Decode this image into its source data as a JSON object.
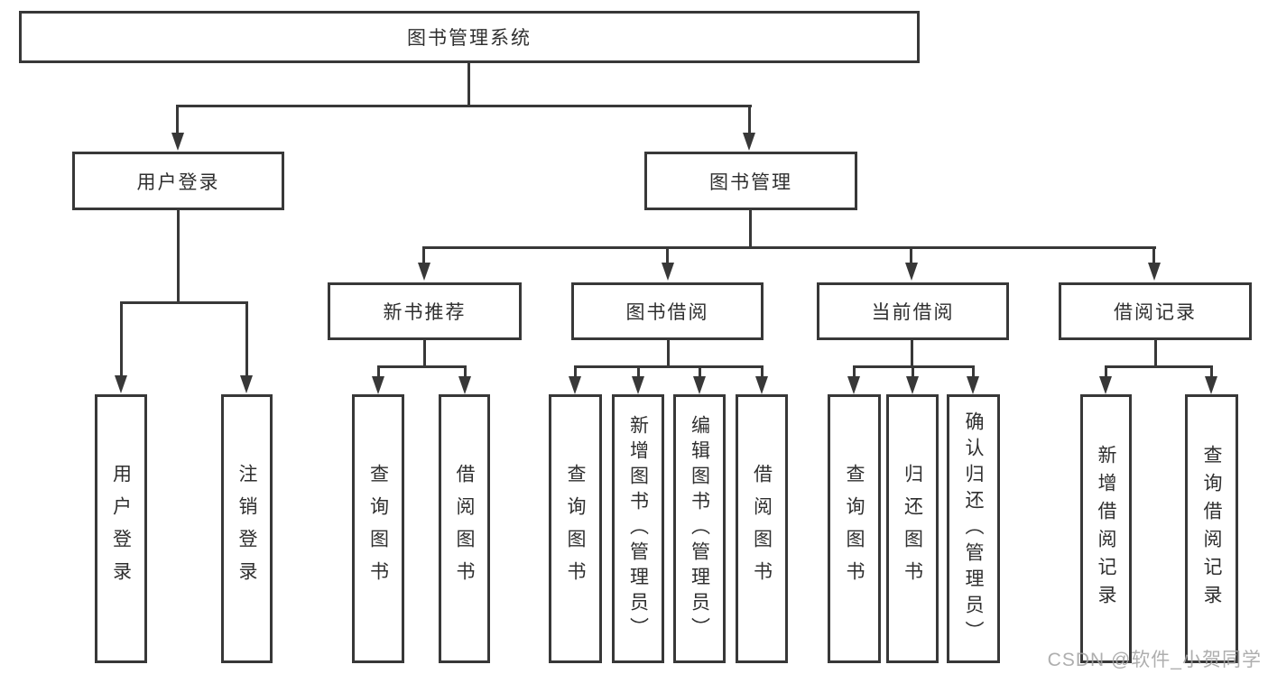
{
  "root": {
    "label": "图书管理系统"
  },
  "tree": [
    {
      "label": "用户登录",
      "children": [
        {
          "label": "用户登录"
        },
        {
          "label": "注销登录"
        }
      ]
    },
    {
      "label": "图书管理",
      "children": [
        {
          "label": "新书推荐",
          "children": [
            {
              "label": "查询图书"
            },
            {
              "label": "借阅图书"
            }
          ]
        },
        {
          "label": "图书借阅",
          "children": [
            {
              "label": "查询图书"
            },
            {
              "label": "新增图书（管理员）"
            },
            {
              "label": "编辑图书（管理员）"
            },
            {
              "label": "借阅图书"
            }
          ]
        },
        {
          "label": "当前借阅",
          "children": [
            {
              "label": "查询图书"
            },
            {
              "label": "归还图书"
            },
            {
              "label": "确认归还（管理员）"
            }
          ]
        },
        {
          "label": "借阅记录",
          "children": [
            {
              "label": "新增借阅记录"
            },
            {
              "label": "查询借阅记录"
            }
          ]
        }
      ]
    }
  ],
  "watermark": "CSDN @软件_小贺同学",
  "colors": {
    "line": "#383838",
    "text": "#2f2f2f",
    "background": "#ffffff",
    "watermark": "#a3a3a3"
  }
}
